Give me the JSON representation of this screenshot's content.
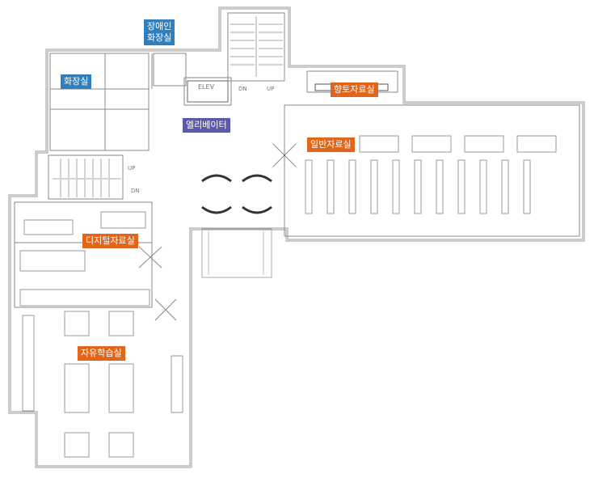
{
  "labels": {
    "accessible_toilet": "장애인\n화장실",
    "restroom": "화장실",
    "elevator": "엘리베이터",
    "local_archive": "향토자료실",
    "general_archive": "일반자료실",
    "digital_archive": "디지털자료실",
    "study_room": "자유학습실"
  },
  "plan_text": {
    "elev": "ELEV",
    "up": "UP",
    "dn": "DN"
  },
  "colors": {
    "blue": "#2f7fbe",
    "purple": "#5b5aa8",
    "orange": "#e2661a",
    "wall": "#888888",
    "furniture": "#999999"
  }
}
